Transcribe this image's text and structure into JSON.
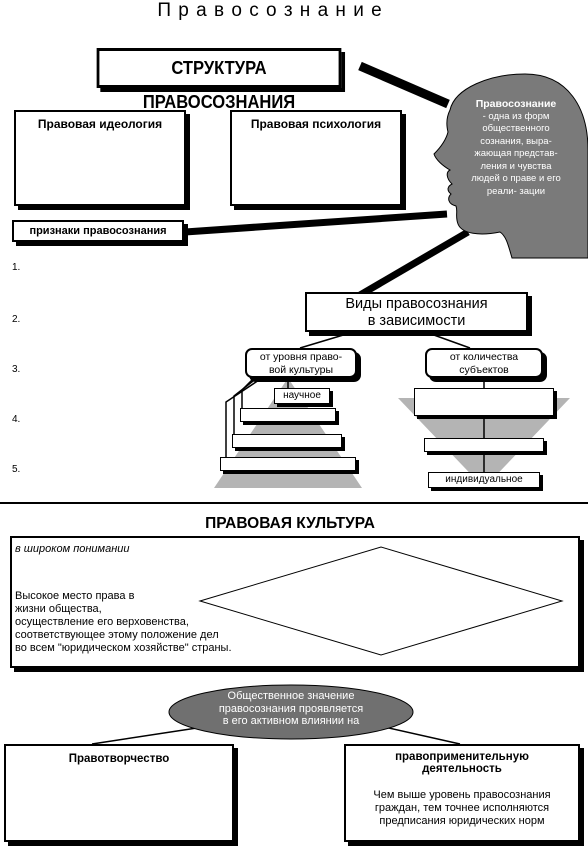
{
  "page_title": "П р а в о с о з н а н и е",
  "structure": {
    "title": "СТРУКТУРА ПРАВОСОЗНАНИЯ",
    "ideology": "Правовая идеология",
    "psychology": "Правовая психология",
    "signs": "признаки правосознания",
    "numbers": [
      "1.",
      "2.",
      "3.",
      "4.",
      "5."
    ]
  },
  "definition": {
    "term": "Правосознание",
    "text": "- одна из форм общественного сознания, выра- жающая предстaв- ления и чувства людей о праве и его реали- зации"
  },
  "types": {
    "title_line1": "Виды правосознания",
    "title_line2": "в зависимости",
    "by_level_line1": "от уровня право-",
    "by_level_line2": "вой культуры",
    "by_subjects_line1": "от количества",
    "by_subjects_line2": "субъектов",
    "scientific": "научное",
    "individual": "индивидуальное"
  },
  "legal_culture": {
    "title": "ПРАВОВАЯ КУЛЬТУРА",
    "broad_label": "в широком понимании",
    "definition": [
      "Высокое место права в",
      "жизни общества,",
      "осуществление его верховенства,",
      "соответствующее этому положение дел",
      "во всем \"юридическом хозяйстве\" страны."
    ]
  },
  "significance": {
    "lines": [
      "Общественное значение",
      "правосознания проявляется",
      "в его активном влиянии на"
    ],
    "lawmaking": "Правотворчество",
    "enforcement_line1": "правоприменительную",
    "enforcement_line2": "деятельность",
    "enforcement_note": [
      "Чем выше уровень правосознания",
      "граждан, тем точнее исполняются",
      "предписания юридических норм"
    ]
  },
  "colors": {
    "ink": "#000000",
    "head": "#7a7a7a",
    "pyramid": "#b4b4b4",
    "oval": "#707070"
  }
}
